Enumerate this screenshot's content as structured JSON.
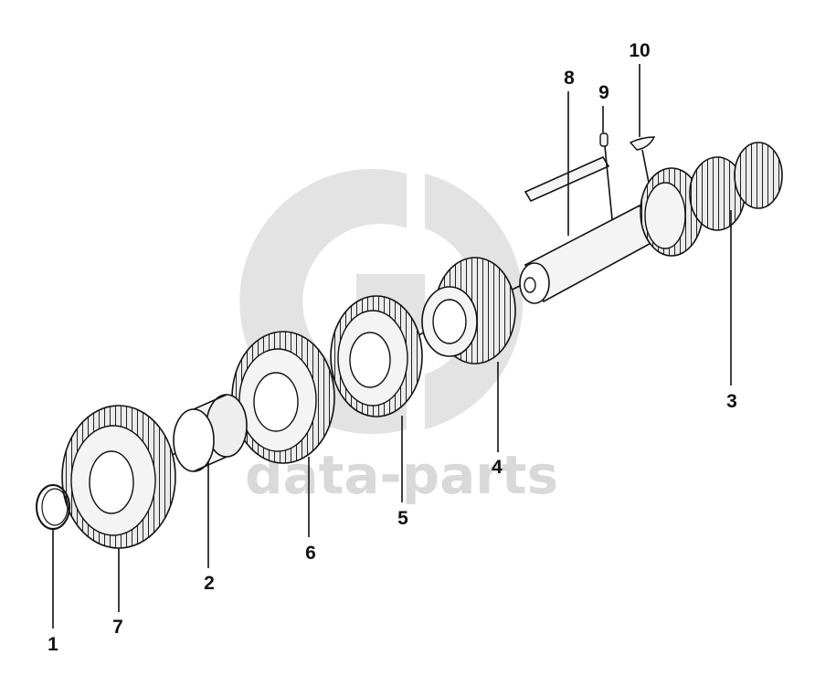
{
  "watermark": {
    "text": "data-parts",
    "color": "#d9d9d9"
  },
  "callouts": [
    {
      "id": "1",
      "label": "1"
    },
    {
      "id": "2",
      "label": "2"
    },
    {
      "id": "3",
      "label": "3"
    },
    {
      "id": "4",
      "label": "4"
    },
    {
      "id": "5",
      "label": "5"
    },
    {
      "id": "6",
      "label": "6"
    },
    {
      "id": "7",
      "label": "7"
    },
    {
      "id": "8",
      "label": "8"
    },
    {
      "id": "9",
      "label": "9"
    },
    {
      "id": "10",
      "label": "10"
    }
  ],
  "parts": [
    {
      "callout": "1",
      "kind": "snap-ring"
    },
    {
      "callout": "2",
      "kind": "bushing"
    },
    {
      "callout": "3",
      "kind": "cluster-shaft"
    },
    {
      "callout": "4",
      "kind": "gear-with-hub"
    },
    {
      "callout": "5",
      "kind": "gear"
    },
    {
      "callout": "6",
      "kind": "gear"
    },
    {
      "callout": "7",
      "kind": "gear"
    },
    {
      "callout": "8",
      "kind": "key"
    },
    {
      "callout": "9",
      "kind": "pin"
    },
    {
      "callout": "10",
      "kind": "woodruff-key"
    }
  ],
  "colors": {
    "line": "#111111",
    "face": "#f4f4f4",
    "shade": "#bdbdbd"
  }
}
